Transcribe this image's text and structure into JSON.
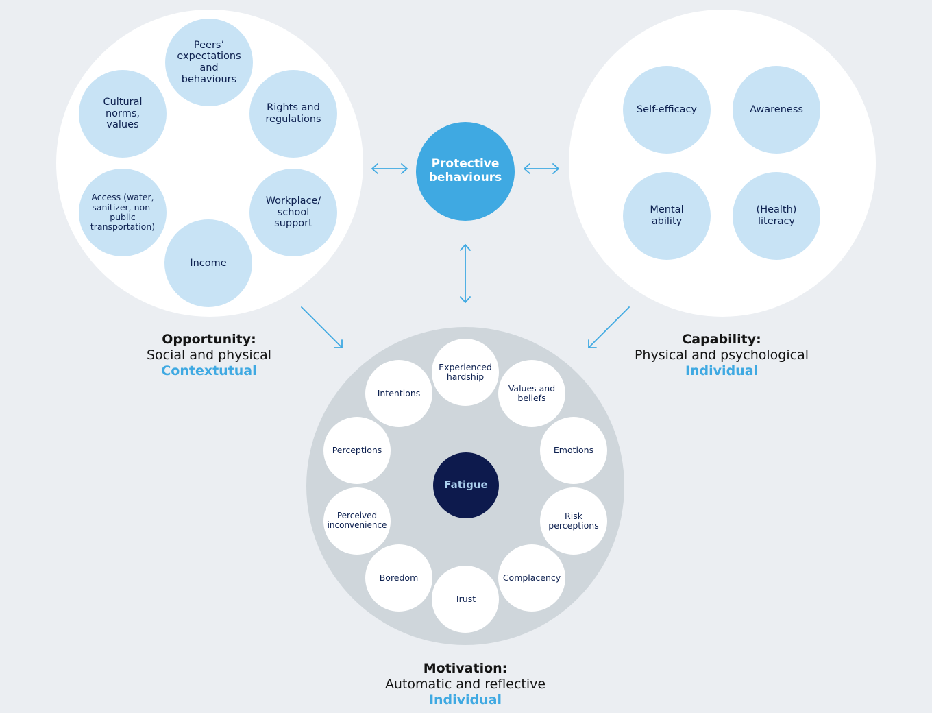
{
  "center": {
    "label": "Protective behaviours"
  },
  "opportunity": {
    "heading": "Opportunity:",
    "subtitle": "Social and physical",
    "tag": "Contextutual",
    "items": [
      "Peers’ expectations and behaviours",
      "Cultural norms, values",
      "Rights and regulations",
      "Access (water, sanitizer, non-public transportation)",
      "Workplace/ school support",
      "Income"
    ]
  },
  "capability": {
    "heading": "Capability:",
    "subtitle": "Physical and psychological",
    "tag": "Individual",
    "items": [
      "Self-efficacy",
      "Awareness",
      "Mental ability",
      "(Health) literacy"
    ]
  },
  "motivation": {
    "heading": "Motivation:",
    "subtitle": "Automatic and reflective",
    "tag": "Individual",
    "center": "Fatigue",
    "items": [
      "Experienced hardship",
      "Values and beliefs",
      "Emotions",
      "Risk perceptions",
      "Complacency",
      "Trust",
      "Boredom",
      "Perceived inconvenience",
      "Perceptions",
      "Intentions"
    ]
  },
  "colors": {
    "accent": "#3fa9e2",
    "node_fill": "#c8e3f5",
    "dark_navy": "#0d1a4d",
    "grey_circle": "#cfd6db"
  }
}
